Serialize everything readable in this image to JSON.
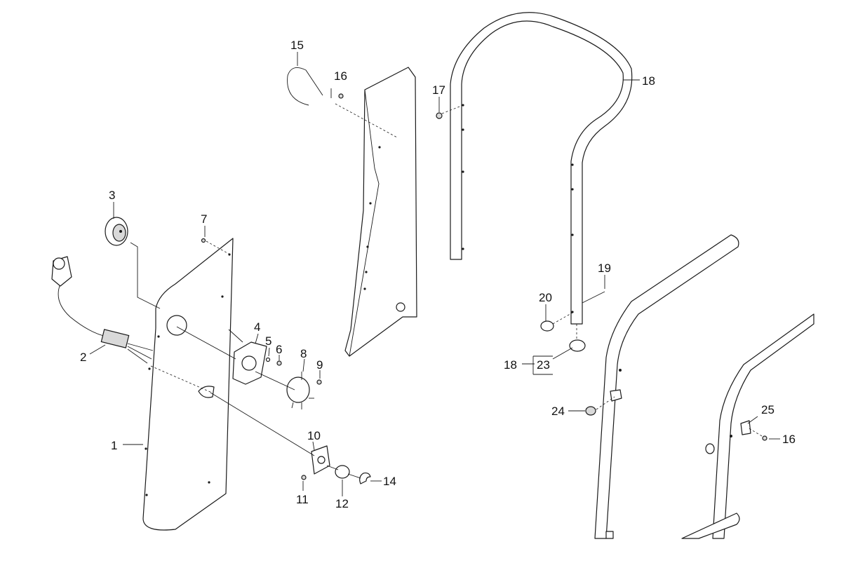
{
  "callouts": [
    {
      "id": "c1",
      "text": "1"
    },
    {
      "id": "c2",
      "text": "2"
    },
    {
      "id": "c3",
      "text": "3"
    },
    {
      "id": "c4",
      "text": "4"
    },
    {
      "id": "c5",
      "text": "5"
    },
    {
      "id": "c6",
      "text": "6"
    },
    {
      "id": "c7",
      "text": "7"
    },
    {
      "id": "c8",
      "text": "8"
    },
    {
      "id": "c9",
      "text": "9"
    },
    {
      "id": "c10",
      "text": "10"
    },
    {
      "id": "c11",
      "text": "11"
    },
    {
      "id": "c12",
      "text": "12"
    },
    {
      "id": "c14",
      "text": "14"
    },
    {
      "id": "c15",
      "text": "15"
    },
    {
      "id": "c16a",
      "text": "16"
    },
    {
      "id": "c16b",
      "text": "16"
    },
    {
      "id": "c17",
      "text": "17"
    },
    {
      "id": "c18a",
      "text": "18"
    },
    {
      "id": "c18b",
      "text": "18"
    },
    {
      "id": "c19",
      "text": "19"
    },
    {
      "id": "c20",
      "text": "20"
    },
    {
      "id": "c23",
      "text": "23"
    },
    {
      "id": "c24",
      "text": "24"
    },
    {
      "id": "c25",
      "text": "25"
    }
  ]
}
